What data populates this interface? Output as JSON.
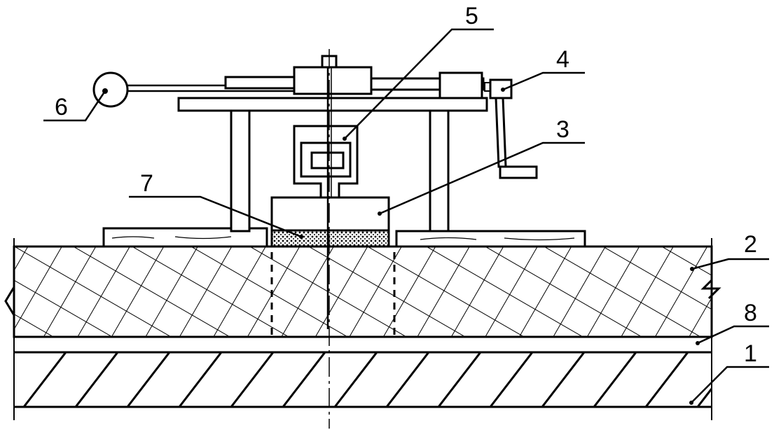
{
  "diagram": {
    "labels": {
      "n1": "1",
      "n2": "2",
      "n3": "3",
      "n4": "4",
      "n5": "5",
      "n6": "6",
      "n7": "7",
      "n8": "8"
    },
    "colors": {
      "ink": "#000000",
      "background": "#ffffff"
    }
  }
}
